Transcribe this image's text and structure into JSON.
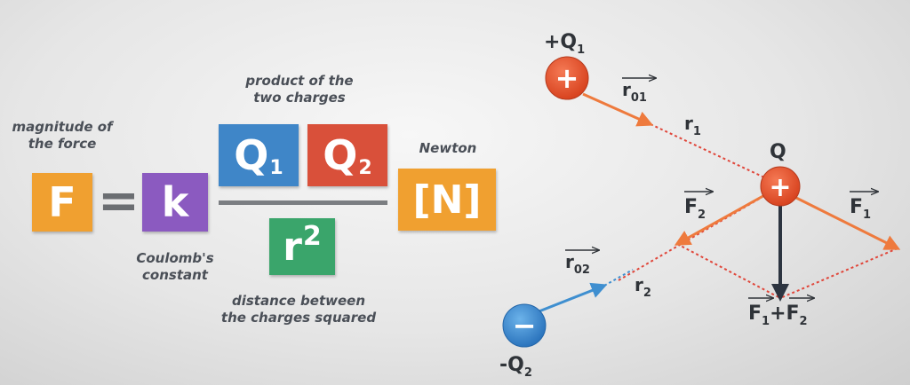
{
  "formula": {
    "force": "F",
    "equals": "=",
    "constant": "k",
    "charge1": "Q",
    "charge1_sub": "1",
    "charge2": "Q",
    "charge2_sub": "2",
    "distance": "r",
    "distance_sup": "2",
    "unit": "[N]"
  },
  "notes": {
    "magnitude_line1": "magnitude of",
    "magnitude_line2": "the force",
    "product_line1": "product of the",
    "product_line2": "two charges",
    "coulomb_line1": "Coulomb's",
    "coulomb_line2": "constant",
    "distance_line1": "distance between",
    "distance_line2": "the charges squared",
    "newton": "Newton"
  },
  "diagram": {
    "q1_label": "+Q",
    "q1_sub": "1",
    "q1_sign": "+",
    "q_label": "Q",
    "q_sign": "+",
    "q2_label": "-Q",
    "q2_sub": "2",
    "q2_sign": "−",
    "r01": "r",
    "r01_sub": "01",
    "r02": "r",
    "r02_sub": "02",
    "r1": "r",
    "r1_sub": "1",
    "r2": "r",
    "r2_sub": "2",
    "f1": "F",
    "f1_sub": "1",
    "f2": "F",
    "f2_sub": "2",
    "sum_f1": "F",
    "sum_f1_sub": "1",
    "sum_plus": "+",
    "sum_f2": "F",
    "sum_f2_sub": "2"
  },
  "colors": {
    "orange": "#f0a030",
    "purple": "#8b5ac0",
    "blue": "#3f86c8",
    "red": "#d9503a",
    "green": "#3aa56b",
    "arrow_orange": "#ee7a3d",
    "arrow_blue": "#3f8fd0",
    "dashed_red": "#e0463a",
    "dark_arrow": "#2c3440"
  }
}
